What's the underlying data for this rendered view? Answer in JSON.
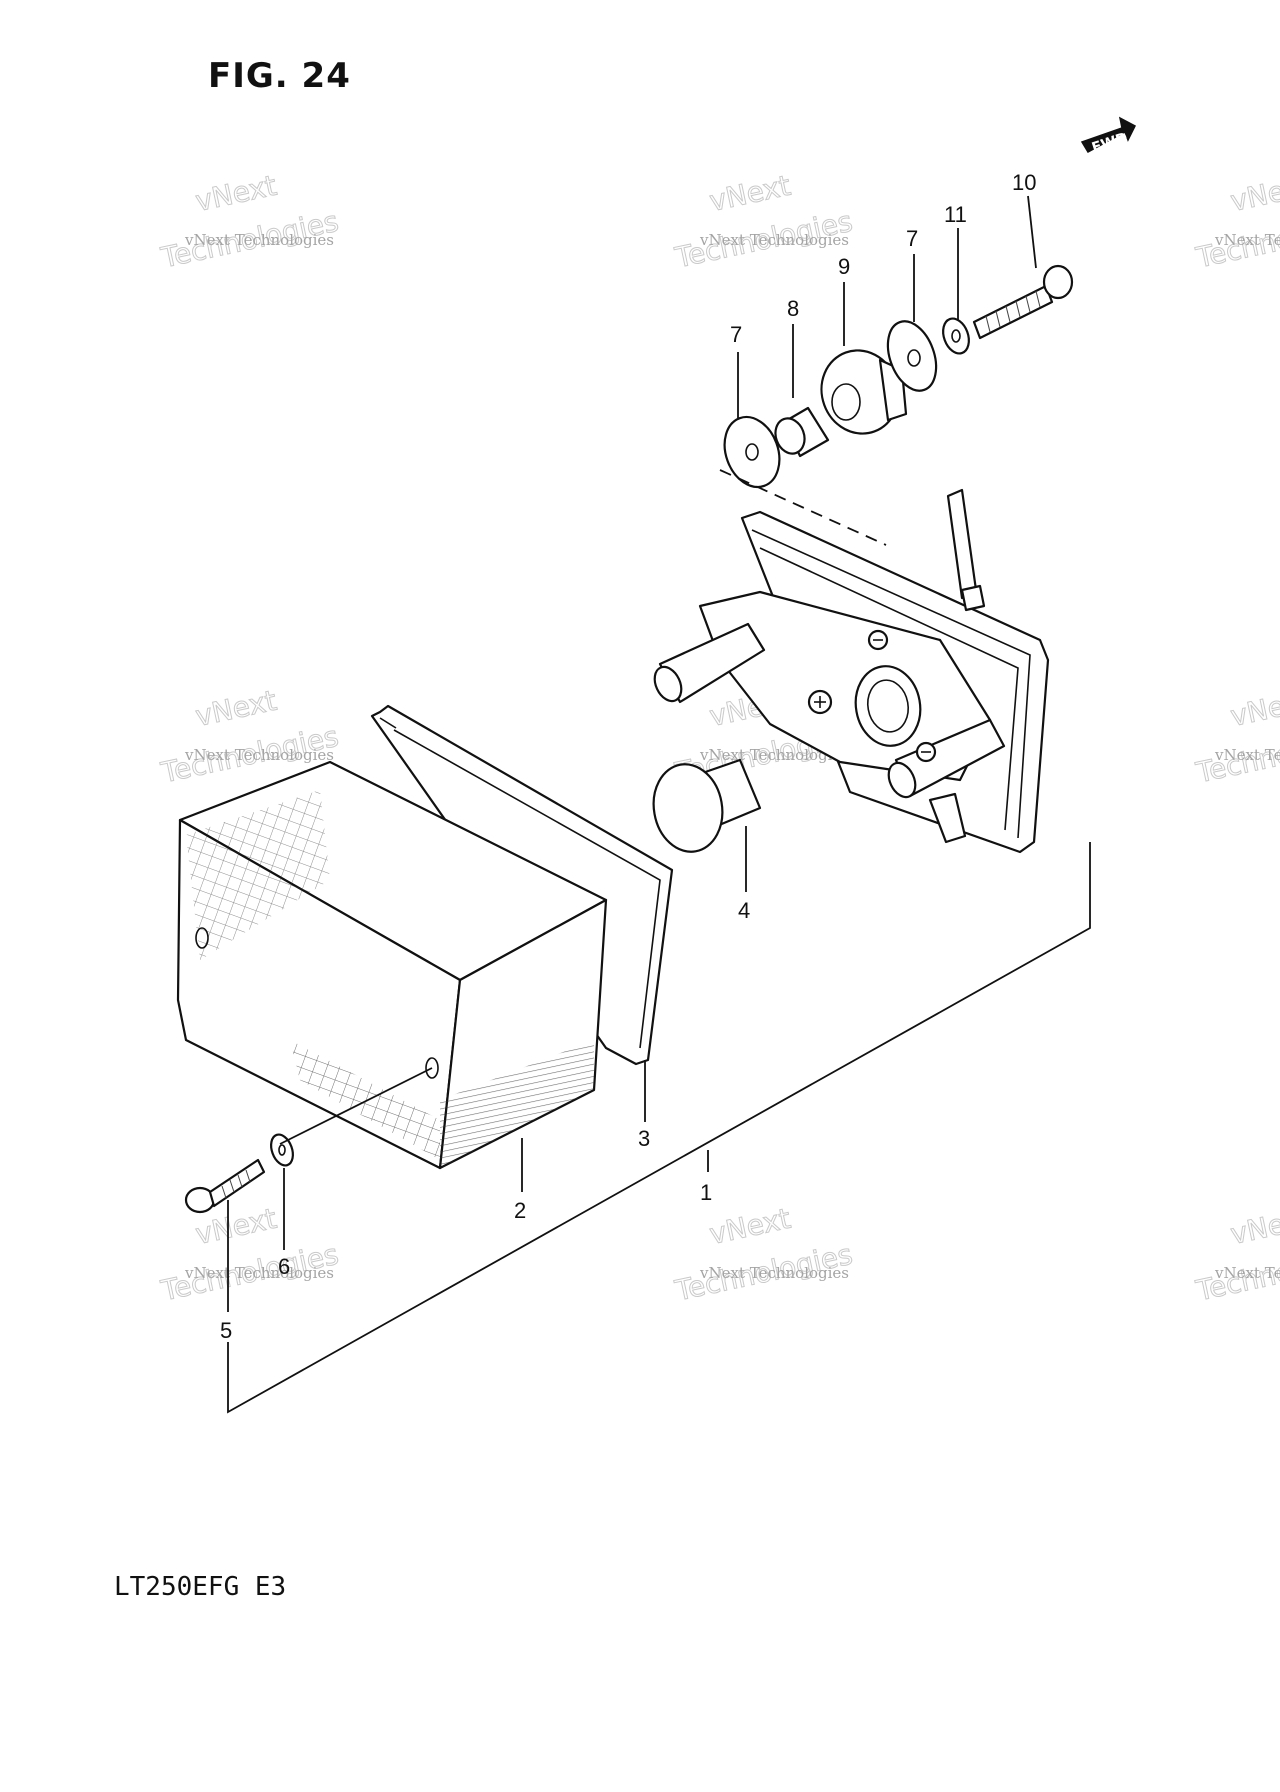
{
  "figure_title": "FIG. 24",
  "model_code": "LT250EFG E3",
  "fwd_arrow_label": "FWD",
  "watermark": {
    "line1": "vNext",
    "line2": "vNext Technologies",
    "line3": "Technologies"
  },
  "callouts": {
    "c1": "1",
    "c2": "2",
    "c3": "3",
    "c4": "4",
    "c5": "5",
    "c6": "6",
    "c7a": "7",
    "c7b": "7",
    "c8": "8",
    "c9": "9",
    "c10": "10",
    "c11": "11"
  },
  "parts": [
    {
      "ref": "1",
      "name": "tail-light-assembly"
    },
    {
      "ref": "2",
      "name": "lens"
    },
    {
      "ref": "3",
      "name": "gasket"
    },
    {
      "ref": "4",
      "name": "bulb"
    },
    {
      "ref": "5",
      "name": "screw"
    },
    {
      "ref": "6",
      "name": "washer"
    },
    {
      "ref": "7",
      "name": "washer"
    },
    {
      "ref": "8",
      "name": "collar"
    },
    {
      "ref": "9",
      "name": "cushion"
    },
    {
      "ref": "10",
      "name": "bolt"
    },
    {
      "ref": "11",
      "name": "washer"
    }
  ]
}
